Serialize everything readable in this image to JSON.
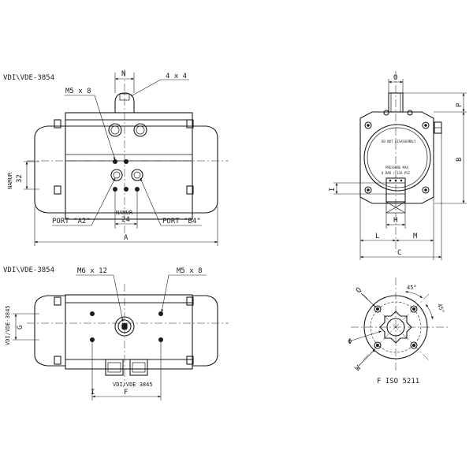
{
  "front_view": {
    "standard": "VDI\\VDE-3854",
    "n": "N",
    "key": "4 x 4",
    "thread": "M5 x 8",
    "namur_side": "NAMUR",
    "namur_side_value": "32",
    "namur_bottom": "NAMUR",
    "namur_bottom_value": "24",
    "port_a": "PORT \"A2\"",
    "port_b": "PORT \"B4\"",
    "a": "A"
  },
  "side_view": {
    "o": "O",
    "p": "P",
    "b": "B",
    "i": "I",
    "h": "H",
    "l": "L",
    "m": "M",
    "c": "C",
    "label_line1": "DO NOT DISASSEMBLY",
    "label_line2": "PRESSURE MAX",
    "label_line3": "8 BAR / 116 PSI"
  },
  "bottom_view": {
    "standard": "VDI\\VDE-3854",
    "thread_left": "M6 x 12",
    "thread_right": "M5 x 8",
    "side_label": "VDI/VDE-3845",
    "g": "G",
    "bottom_label": "VDI/VDE 3845",
    "f": "F",
    "i": "I"
  },
  "flange_view": {
    "angle_top": "45°",
    "angle_side": "45°",
    "q": "Q",
    "phi": "Φ",
    "w": "W",
    "title": "F ISO 5211"
  }
}
